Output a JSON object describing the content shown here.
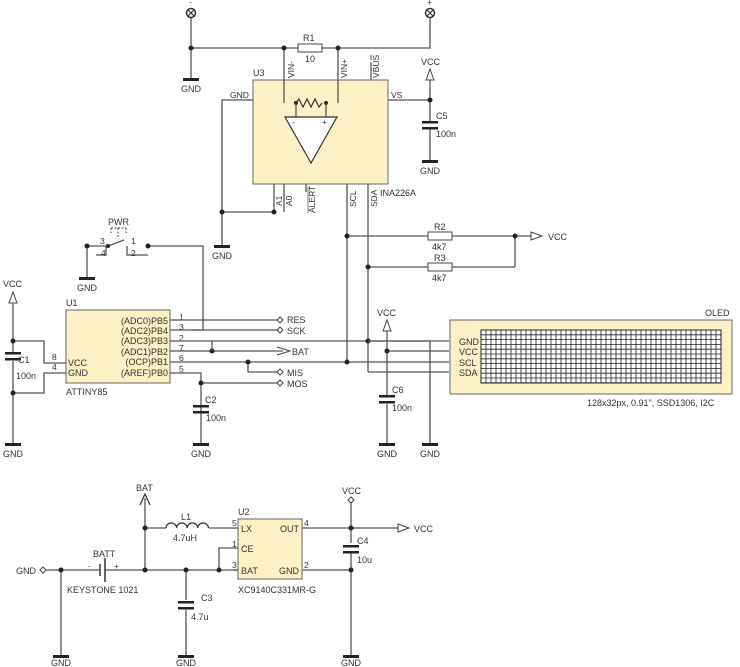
{
  "diagram": {
    "type": "electronic-schematic",
    "colors": {
      "ic_fill": "#fbf1c4",
      "wire": "#555555",
      "text": "#333333"
    },
    "terminals": {
      "minus": "-",
      "plus": "+"
    },
    "components": {
      "R1": {
        "ref": "R1",
        "value": "10"
      },
      "R2": {
        "ref": "R2",
        "value": "4k7"
      },
      "R3": {
        "ref": "R3",
        "value": "4k7"
      },
      "C1": {
        "ref": "C1",
        "value": "100n"
      },
      "C2": {
        "ref": "C2",
        "value": "100n"
      },
      "C3": {
        "ref": "C3",
        "value": "4.7u"
      },
      "C4": {
        "ref": "C4",
        "value": "10u"
      },
      "C5": {
        "ref": "C5",
        "value": "100n"
      },
      "C6": {
        "ref": "C6",
        "value": "100n"
      },
      "L1": {
        "ref": "L1",
        "value": "4.7uH"
      },
      "BATT": {
        "ref": "BATT",
        "value": "KEYSTONE 1021",
        "minus": "-",
        "plus": "+"
      },
      "PWR": {
        "ref": "PWR",
        "pins": [
          "3",
          "4",
          "1",
          "2"
        ]
      },
      "U3": {
        "ref": "U3",
        "part": "INA226A",
        "pins": {
          "vin_minus": "VIN-",
          "vin_plus": "VIN+",
          "vbus": "VBUS",
          "gnd": "GND",
          "vs": "VS",
          "a1": "A1",
          "a0": "A0",
          "alert": "ALERT",
          "scl": "SCL",
          "sda": "SDA"
        },
        "amp_minus": "-",
        "amp_plus": "+"
      },
      "U1": {
        "ref": "U1",
        "part": "ATTINY85",
        "left_pins": [
          {
            "num": "8",
            "name": "VCC"
          },
          {
            "num": "4",
            "name": "GND"
          }
        ],
        "right_pins": [
          {
            "num": "1",
            "name": "(ADC0)PB5"
          },
          {
            "num": "3",
            "name": "(ADC2)PB4"
          },
          {
            "num": "2",
            "name": "(ADC3)PB3"
          },
          {
            "num": "7",
            "name": "(ADC1)PB2"
          },
          {
            "num": "6",
            "name": "(OCP)PB1"
          },
          {
            "num": "5",
            "name": "(AREF)PB0"
          }
        ]
      },
      "U2": {
        "ref": "U2",
        "part": "XC9140C331MR-G",
        "left_pins": [
          {
            "num": "5",
            "name": "LX"
          },
          {
            "num": "1",
            "name": "CE"
          },
          {
            "num": "3",
            "name": "BAT"
          }
        ],
        "right_pins": [
          {
            "num": "4",
            "name": "OUT"
          },
          {
            "num": "2",
            "name": "GND"
          }
        ]
      },
      "OLED": {
        "ref": "OLED",
        "description": "128x32px, 0.91\", SSD1306, I2C",
        "pins": [
          "GND",
          "VCC",
          "SCL",
          "SDA"
        ]
      }
    },
    "nets": {
      "gnd": "GND",
      "vcc": "VCC",
      "bat": "BAT",
      "res": "RES",
      "sck": "SCK",
      "mis": "MIS",
      "mos": "MOS"
    }
  }
}
